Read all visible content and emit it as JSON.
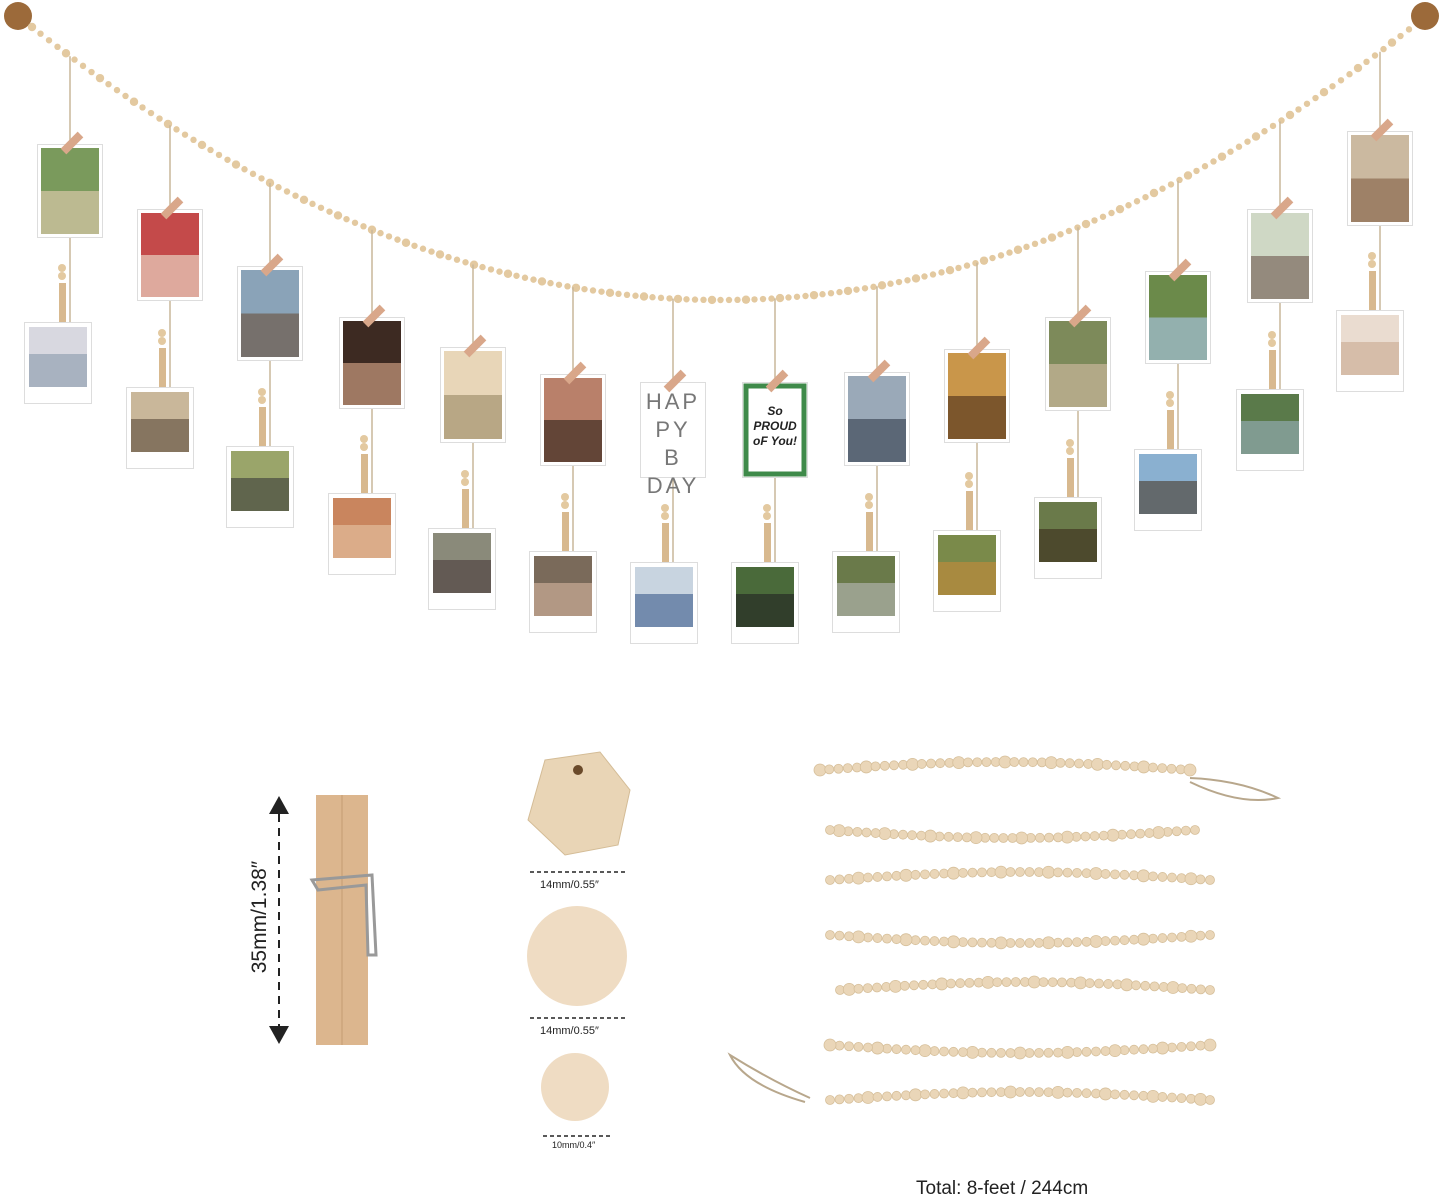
{
  "product": {
    "clip_size_label": "35mm/1.38″",
    "bead_labels": [
      "14mm/0.55″",
      "14mm/0.55″",
      "10mm/0.4″"
    ],
    "total_length_label": "Total: 8-feet / 244cm",
    "cards": {
      "birthday": "HAP PY B DAY",
      "proud": "So PROUD oF You!"
    }
  },
  "colors": {
    "bead": "#e3c9a0",
    "string": "#c9b79a",
    "clip": "#d9a78a",
    "wood_clip": "#d8b98f",
    "knob": "#9c6a3a",
    "photo_frame": "#ffffff"
  }
}
